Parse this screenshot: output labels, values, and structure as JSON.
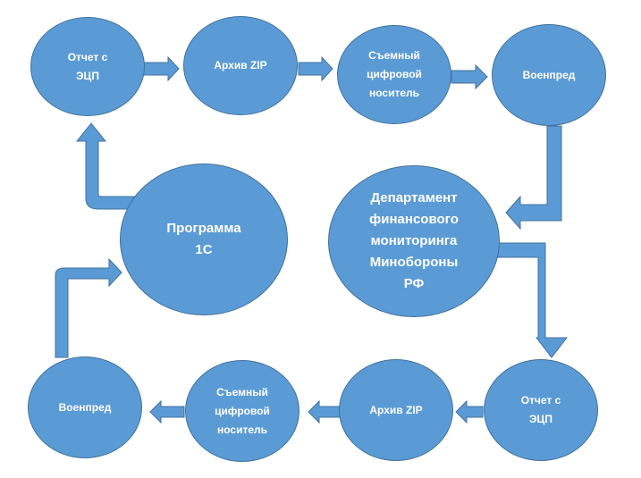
{
  "colors": {
    "node_fill": "#5b9bd5",
    "node_stroke": "#41719c",
    "text": "#ffffff"
  },
  "nodes": {
    "top_report": "Отчет с\nЭЦП",
    "top_archive": "Архив ZIP",
    "top_media": "Съемный\nцифровой\nноситель",
    "top_military": "Военпред",
    "department": "Департамент\nфинансового\nмониторинга\nМинобороны\nРФ",
    "program": "Программа\n1С",
    "bottom_report": "Отчет с\nЭЦП",
    "bottom_archive": "Архив ZIP",
    "bottom_media": "Съемный\nцифровой\nноситель",
    "bottom_military": "Военпред"
  }
}
